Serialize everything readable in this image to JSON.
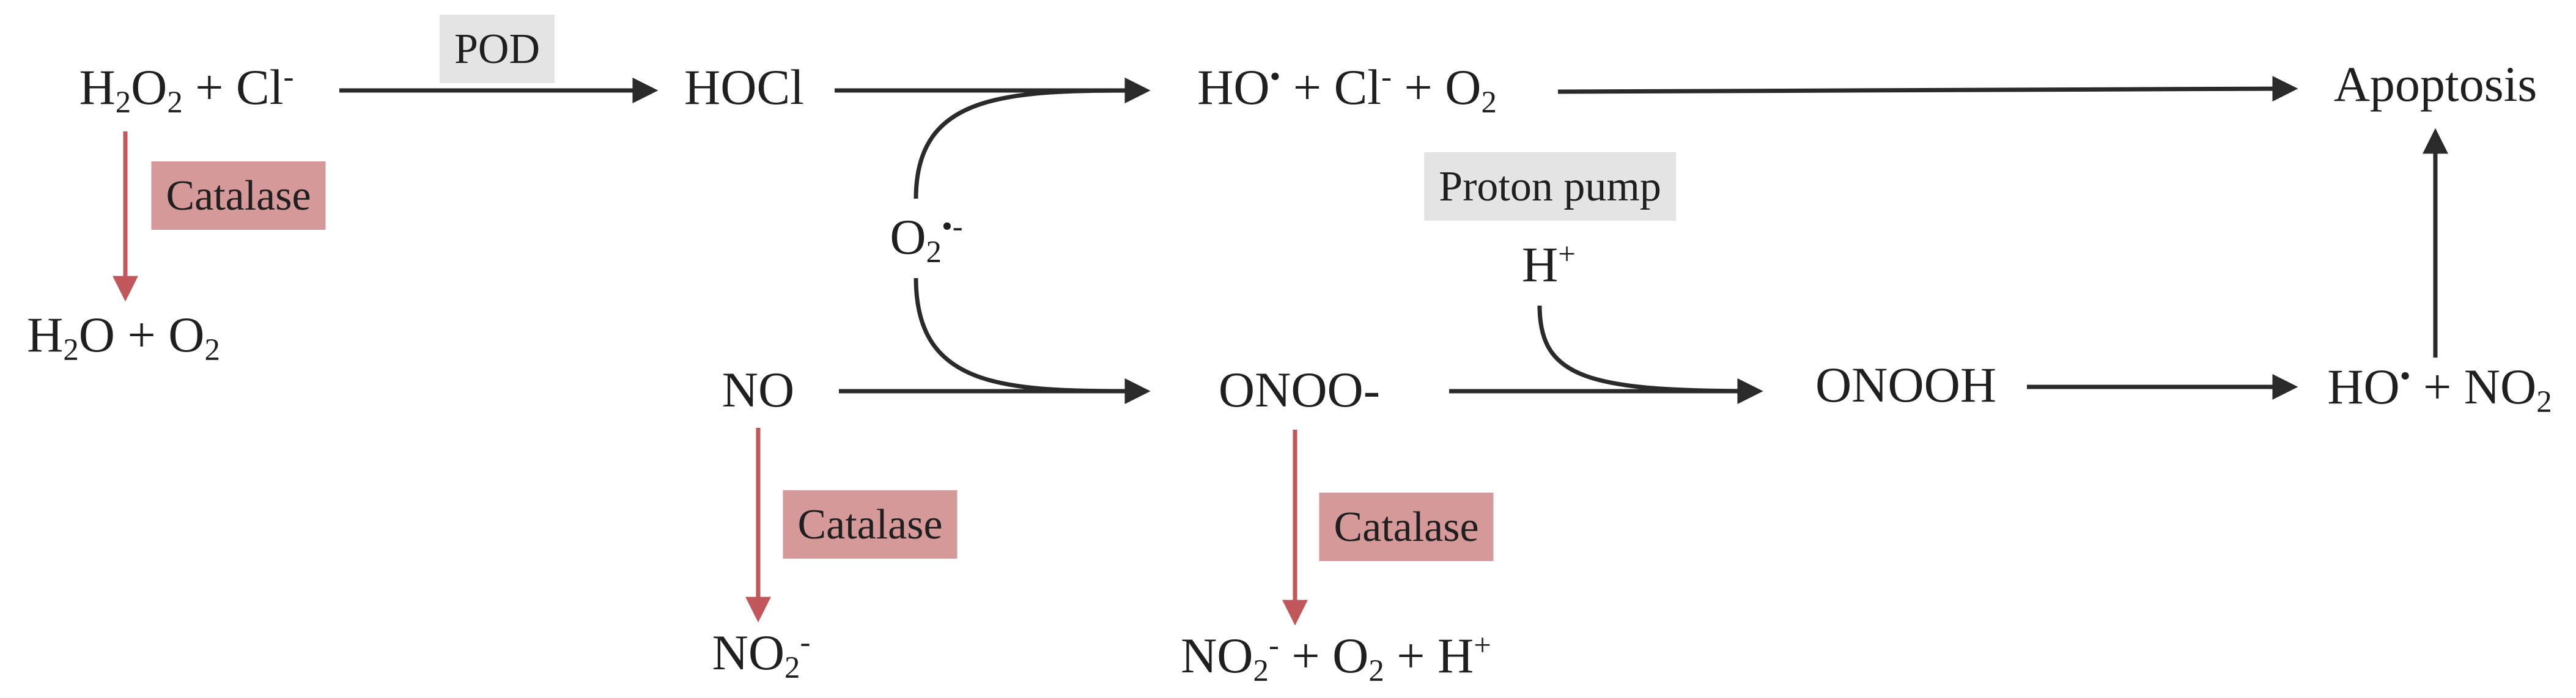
{
  "colors": {
    "dark_arrow": "#2a2a2a",
    "red_arrow": "#c0575a",
    "enzyme_bg": "#d6999a",
    "enzyme_grey_bg": "#e4e4e4"
  },
  "nodes": {
    "h2o2_cl": {
      "a": "H",
      "b": "2",
      "c": "O",
      "d": "2",
      "e": " + Cl",
      "f": "-"
    },
    "hocl": {
      "text": "HOCl"
    },
    "ho_cl_o2": {
      "a": "HO",
      "b": "•",
      "c": " + Cl",
      "d": "-",
      "e": " + O",
      "f": "2"
    },
    "apoptosis": {
      "text": "Apoptosis"
    },
    "h2o_o2": {
      "a": "H",
      "b": "2",
      "c": "O + O",
      "d": "2"
    },
    "superoxide": {
      "a": "O",
      "b": "2",
      "c": "•-"
    },
    "no": {
      "text": "NO"
    },
    "onoo": {
      "text": "ONOO-"
    },
    "onooh": {
      "text": "ONOOH"
    },
    "ho_no2": {
      "a": "HO",
      "b": "•",
      "c": " + NO",
      "d": "2"
    },
    "h_plus": {
      "a": "H",
      "b": "+"
    },
    "no2_minus": {
      "a": "NO",
      "b": "2",
      "c": "-"
    },
    "no2_o2_h": {
      "a": "NO",
      "b": "2",
      "c": "-",
      "d": " + O",
      "e": "2",
      "f": " + H",
      "g": "+"
    }
  },
  "enzymes": {
    "pod": "POD",
    "catalase_1": "Catalase",
    "catalase_2": "Catalase",
    "catalase_3": "Catalase",
    "proton_pump": "Proton pump"
  }
}
